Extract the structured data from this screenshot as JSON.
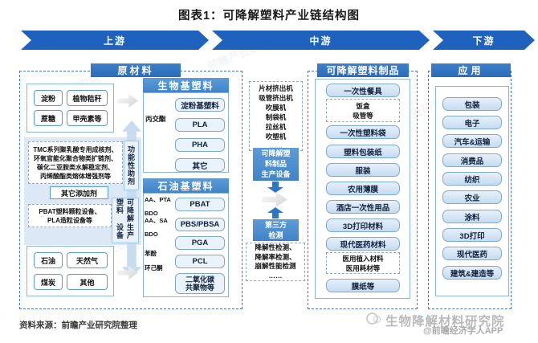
{
  "title": "图表1：可降解塑料产业链结构图",
  "banner": {
    "upstream": "上游",
    "midstream": "中游",
    "downstream": "下游"
  },
  "upstream": {
    "header": "原材料",
    "bio_sources": [
      "淀粉",
      "植物秸秆",
      "蔗糖",
      "甲壳素等"
    ],
    "functional_additives": {
      "lines": [
        "TMC系列聚乳酸专用成核剂、",
        "环氧官能化聚合物类扩链剂、",
        "碳化二亚胺类水解稳定剂、",
        "丙烯酸酯类熔体增强剂等"
      ],
      "label": "功能性助剂",
      "other": "其它添加剂"
    },
    "production_equipment": {
      "lines": [
        "PBAT塑料颗粒设备、",
        "PLA造粒设备等"
      ],
      "label_col1": "可降解塑料",
      "label_col2": "生产设备"
    },
    "fossil_sources": [
      "石油",
      "天然气",
      "煤炭",
      "其他"
    ],
    "bio_plastics": {
      "header": "生物基塑料",
      "input_label": "丙交酯",
      "items": [
        "淀粉基塑料",
        "PLA",
        "PHA",
        "其它"
      ]
    },
    "petro_plastics": {
      "header": "石油基塑料",
      "items": [
        "PBAT",
        "PBS/PBSA",
        "PGA",
        "PCL"
      ],
      "last_item_lines": [
        "二氧化碳",
        "共聚物等"
      ],
      "inputs": [
        {
          "top": "AA、PTA",
          "bottom": "BDO"
        },
        {
          "top": "AA、SA",
          "bottom": "BDO"
        },
        {
          "top": "苯酚",
          "bottom": "环己酮"
        }
      ]
    }
  },
  "machinery": {
    "list": [
      "片材挤出机",
      "吸管挤出机",
      "吹膜机",
      "制袋机",
      "拉丝机",
      "吹塑机",
      "……"
    ],
    "label_lines": [
      "可降解塑",
      "料制品",
      "生产设备"
    ],
    "third_party_lines": [
      "第三方",
      "检测"
    ],
    "testing_lines": [
      "降解性检测、",
      "降解率检测、",
      "崩解性能检测",
      "……"
    ]
  },
  "midstream": {
    "header": "可降解塑料制品",
    "items": [
      "一次性餐具",
      "一次性塑料袋",
      "塑料包装纸",
      "服装",
      "农用薄膜",
      "酒店一次性用品",
      "3D打印材料",
      "现代医药材料",
      "膜纸等"
    ],
    "tableware_sub": [
      "饭盒",
      "吸管等"
    ],
    "medical_sub": [
      "医用植入材料",
      "医用耗材等"
    ]
  },
  "downstream": {
    "header": "应用",
    "items": [
      "包装",
      "电子",
      "汽车&运输",
      "消费品",
      "纺织",
      "农业",
      "涂料",
      "3D打印",
      "现代医药",
      "建筑&建造等"
    ]
  },
  "footer": {
    "source": "资料来源：前瞻产业研究院整理"
  },
  "watermarks": {
    "institute": "生物降解材料研究院",
    "app": "@前瞻经济学人APP",
    "diagonal": "前瞻产业研究院"
  },
  "colors": {
    "banner_blue": "#1E62BE",
    "header_dark_blue": "#2A6CB9",
    "header_mid_blue": "#3F84C9",
    "item_fill": "#C5DCF1",
    "dashed_border": "#4472C4"
  }
}
